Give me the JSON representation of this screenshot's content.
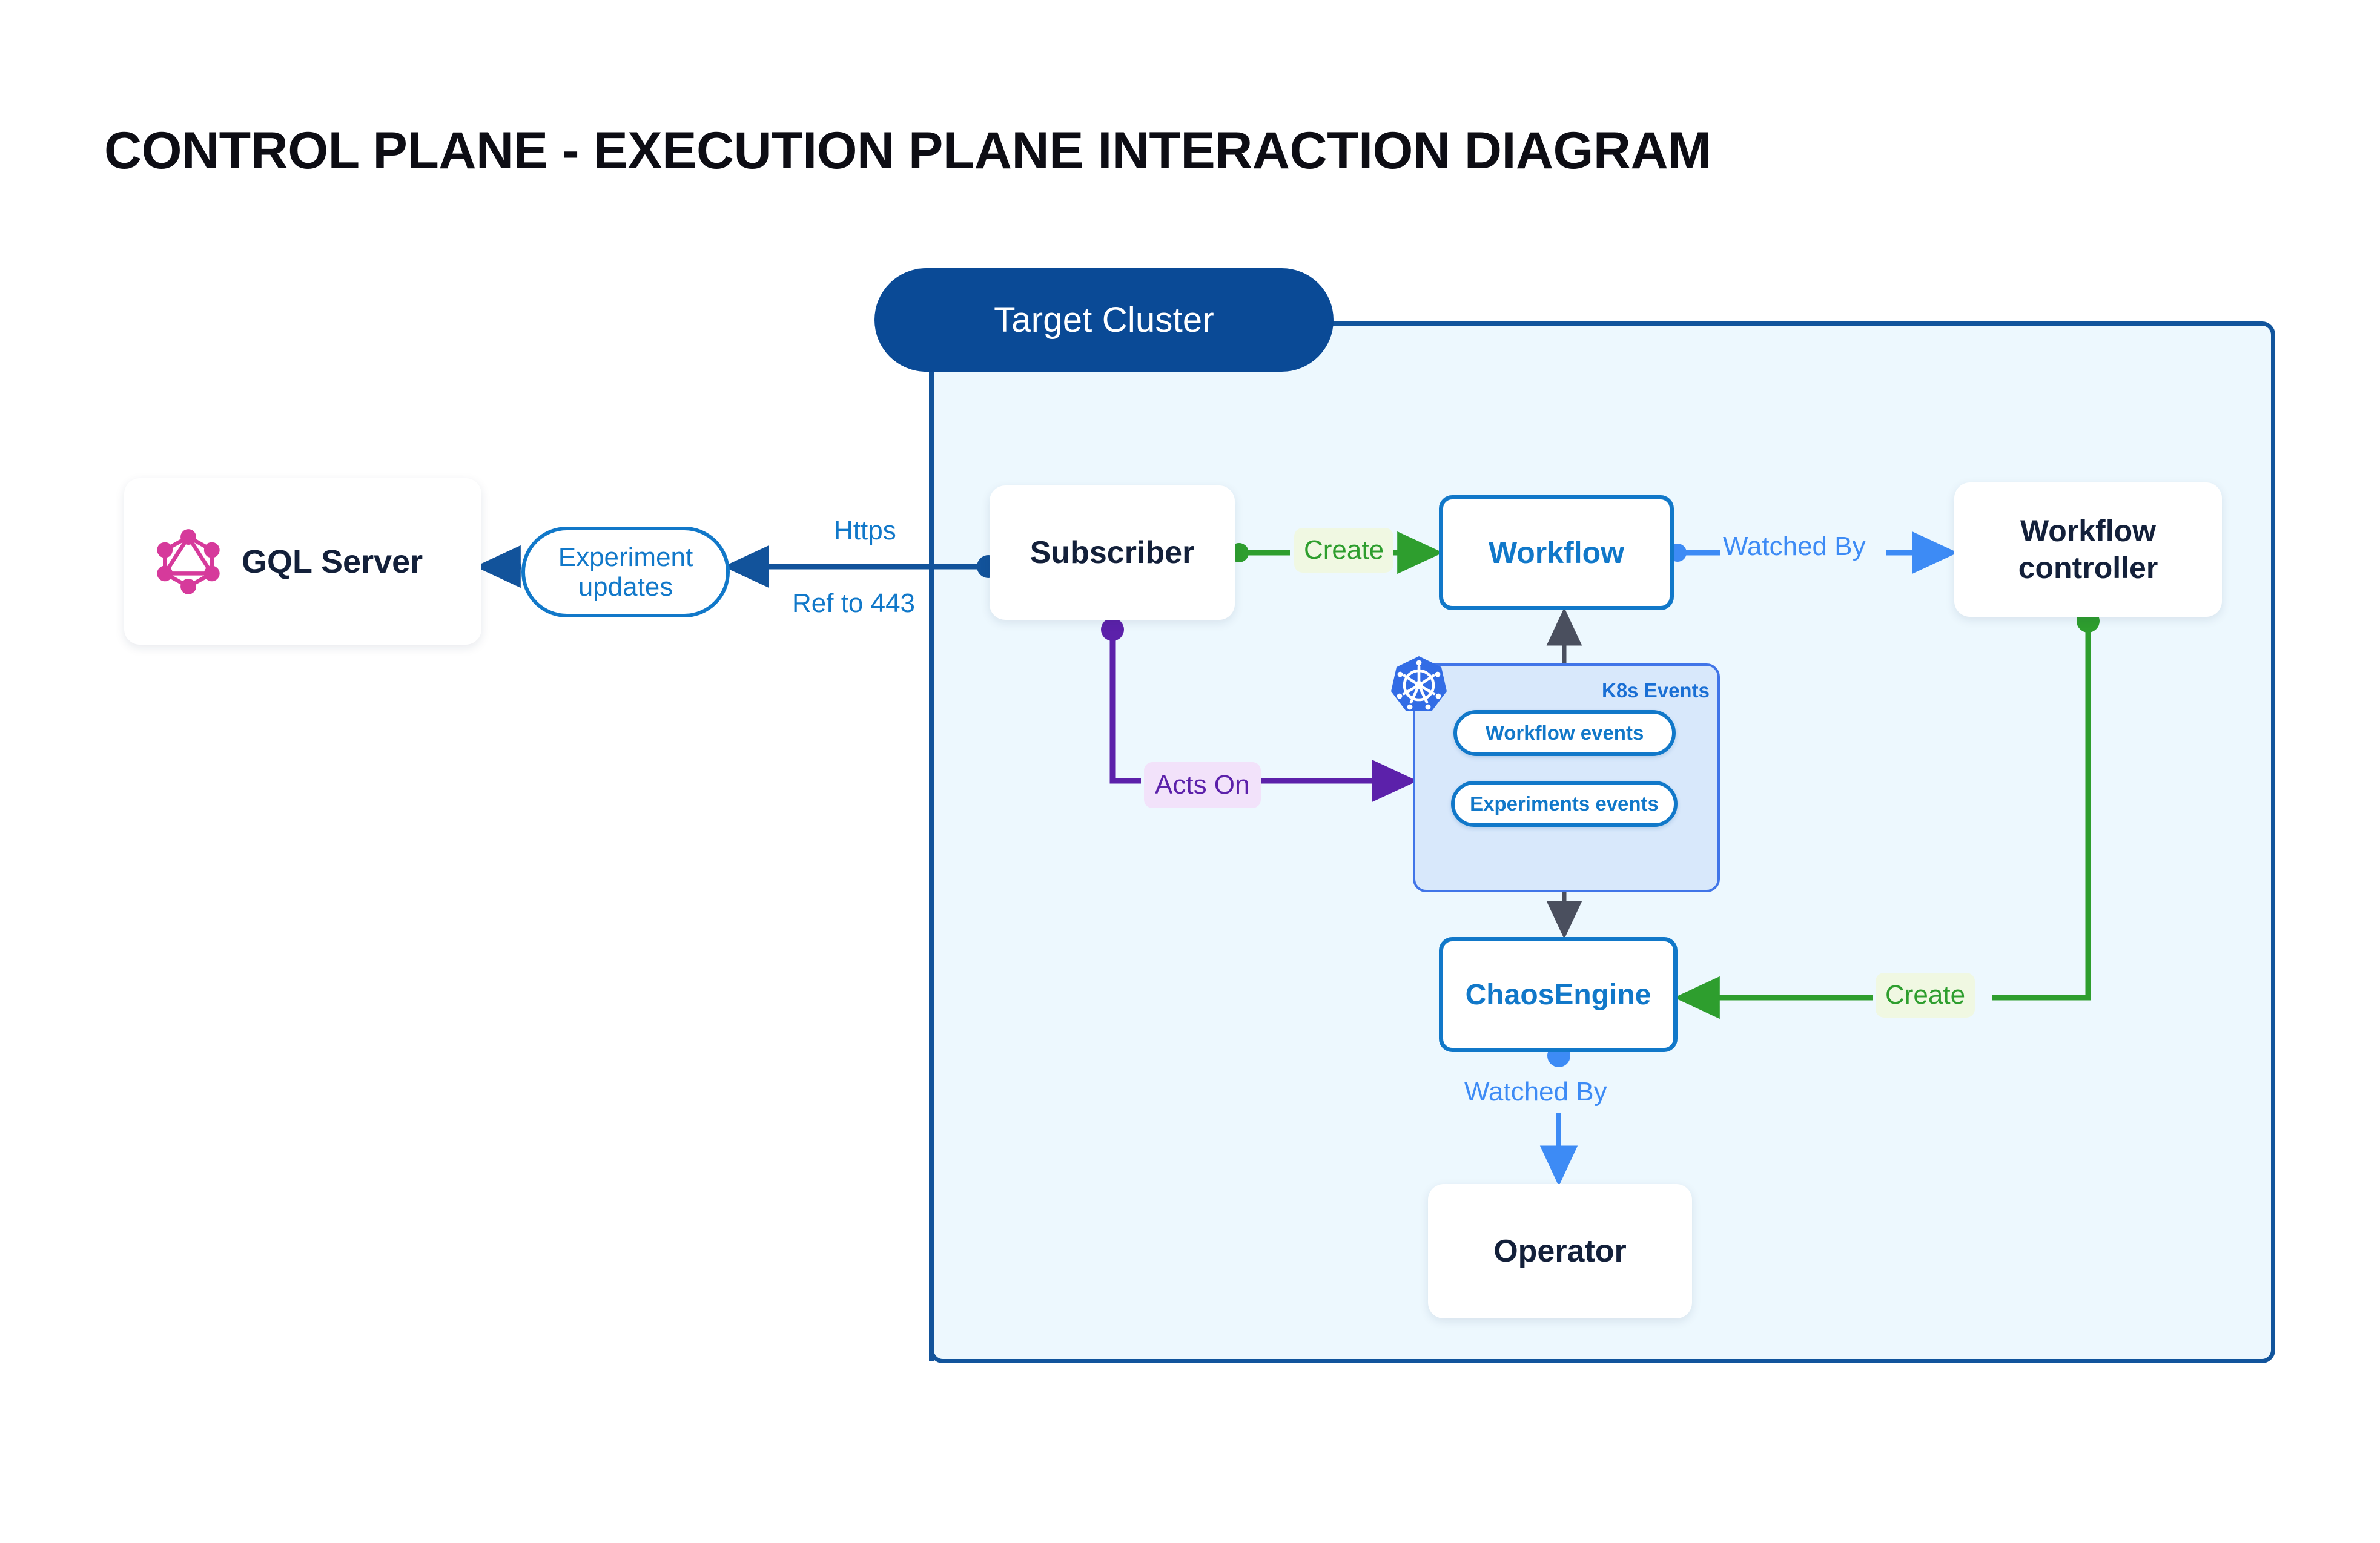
{
  "page": {
    "title": "CONTROL PLANE - EXECUTION PLANE INTERACTION DIAGRAM"
  },
  "cluster": {
    "title": "Target Cluster"
  },
  "nodes": {
    "gql_server": {
      "label": "GQL Server",
      "icon": "graphql-logo-icon"
    },
    "subscriber": {
      "label": "Subscriber"
    },
    "workflow": {
      "label": "Workflow"
    },
    "workflow_controller": {
      "line1": "Workflow",
      "line2": "controller"
    },
    "chaos_engine": {
      "label": "ChaosEngine"
    },
    "operator": {
      "label": "Operator"
    }
  },
  "k8s_events": {
    "group_label": "K8s Events",
    "icon": "kubernetes-icon",
    "items": [
      {
        "label": "Workflow events"
      },
      {
        "label": "Experiments events"
      }
    ]
  },
  "edges": {
    "experiment_updates": "Experiment\nupdates",
    "experiment_updates_line1": "Experiment",
    "experiment_updates_line2": "updates",
    "https": "Https",
    "ref_to_443": "Ref to 443",
    "create_subscriber_workflow": "Create",
    "watched_by_workflow_controller": "Watched By",
    "create_controller_chaosengine": "Create",
    "watched_by_chaosengine_operator": "Watched By",
    "acts_on": "Acts On"
  },
  "colors": {
    "cluster_border": "#11549c",
    "cluster_fill": "#edf8fe",
    "cluster_title_fill": "#0a4a96",
    "node_accent_blue": "#1178c9",
    "light_blue": "#3d8bf5",
    "green": "#2e9e2e",
    "purple": "#5c21aa",
    "k8s_blue": "#326ce5",
    "k8s_group_fill": "#d8e8fb",
    "graphql_pink": "#d63a9b",
    "dark_text": "#13203a",
    "arrow_gray": "#4a4f5e",
    "deep_blue_line": "#12539b"
  }
}
